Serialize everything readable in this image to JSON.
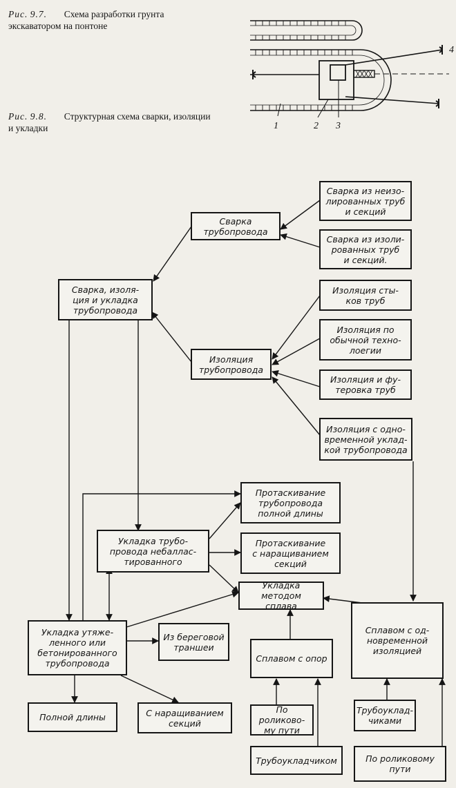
{
  "figure_97": {
    "label": "Рис.",
    "number": "9.7.",
    "caption": "Схема разработки грунта экскаватором на понтоне",
    "callouts": [
      "1",
      "2",
      "3",
      "4"
    ]
  },
  "figure_98": {
    "label": "Рис.",
    "number": "9.8.",
    "caption": "Структурная схема сварки, изоляции и укладки"
  },
  "nodes": {
    "root": "Сварка, изоля-\nция и укладка\nтрубопровода",
    "welding": "Сварка\nтрубопровода",
    "weld_uninsulated": "Сварка из неизо-\nлированных труб\nи секций",
    "weld_insulated": "Сварка из изоли-\nрованных труб\nи секций.",
    "insulation": "Изоляция\nтрубопровода",
    "ins_joints": "Изоляция сты-\nков труб",
    "ins_conventional": "Изоляция по\nобычной техно-\nлоегии",
    "ins_lining": "Изоляция и фу-\nтеровка труб",
    "ins_simultaneous": "Изоляция с одно-\nвременной уклад-\nкой трубопровода",
    "pull_full": "Протаскивание\nтрубопровода\nполной длины",
    "lay_unballasted": "Укладка трубо-\nпровода небаллас-\nтированного",
    "pull_sections": "Протаскивание\nс наращиванием\nсекций",
    "float_method": "Укладка методом\nсплава",
    "lay_weighted": "Укладка утяже-\nленного или\nбетонированного\nтрубопровода",
    "shore_trench": "Из береговой\nтраншеи",
    "float_supports": "Сплавом с опор",
    "float_simultaneous": "Сплавом с од-\nновременной\nизоляцией",
    "full_length": "Полной длины",
    "sections": "С наращиванием\nсекций",
    "roller_path_1": "По роликово-\nму пути",
    "pipelayers": "Трубоуклад-\nчиками",
    "pipelayer": "Трубоукладчиком",
    "roller_path_2": "По роликовому\nпути"
  }
}
